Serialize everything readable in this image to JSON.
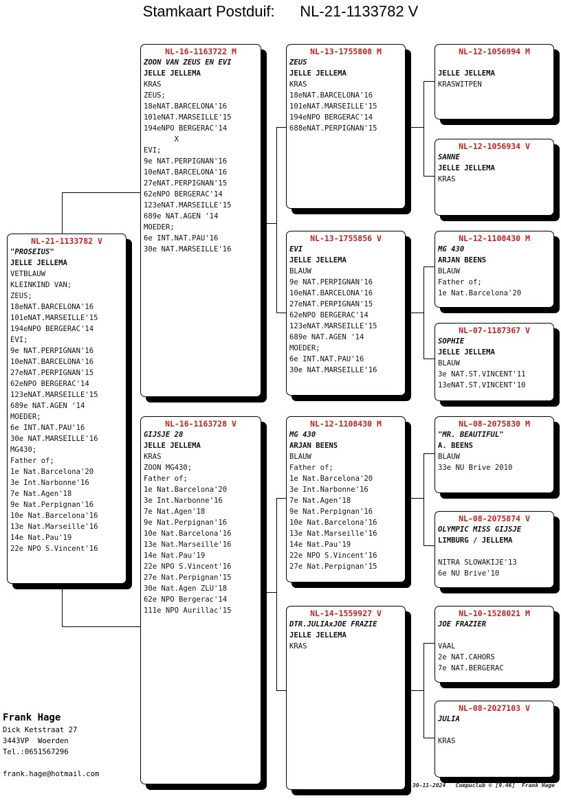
{
  "title": "Stamkaart Postduif:      NL-21-1133782 V",
  "boxes": [
    {
      "key": "subject",
      "lines": [
        [
          "id",
          "NL-21-1133782 V"
        ],
        [
          "name",
          "\"PROSEIUS\""
        ],
        [
          "owner",
          "JELLE JELLEMA"
        ],
        [
          "",
          "VETBLAUW"
        ],
        [
          "",
          "KLEINKIND VAN;"
        ],
        [
          "",
          "ZEUS;"
        ],
        [
          "",
          "18eNAT.BARCELONA'16"
        ],
        [
          "",
          "101eNAT.MARSEILLE'15"
        ],
        [
          "",
          "194eNPO BERGERAC'14"
        ],
        [
          "",
          "EVI;"
        ],
        [
          "",
          "9e NAT.PERPIGNAN'16"
        ],
        [
          "",
          "10eNAT.BARCELONA'16"
        ],
        [
          "",
          "27eNAT.PERPIGNAN'15"
        ],
        [
          "",
          "62eNPO BERGERAC'14"
        ],
        [
          "",
          "123eNAT.MARSEILLE'15"
        ],
        [
          "",
          "689e NAT.AGEN '14"
        ],
        [
          "",
          "MOEDER;"
        ],
        [
          "",
          "6e INT.NAT.PAU'16"
        ],
        [
          "",
          "30e NAT.MARSEILLE'16"
        ],
        [
          "",
          "MG430;"
        ],
        [
          "",
          "Father of;"
        ],
        [
          "",
          "1e Nat.Barcelona'20"
        ],
        [
          "",
          "3e Int.Narbonne'16"
        ],
        [
          "",
          "7e Nat.Agen'18"
        ],
        [
          "",
          "9e Nat.Perpignan'16"
        ],
        [
          "",
          "10e Nat.Barcelona'16"
        ],
        [
          "",
          "13e Nat.Marseille'16"
        ],
        [
          "",
          "14e Nat.Pau'19"
        ],
        [
          "",
          "22e NPO S.Vincent'16"
        ]
      ]
    },
    {
      "key": "father",
      "lines": [
        [
          "id",
          "NL-16-1163722 M"
        ],
        [
          "name",
          "ZOON VAN ZEUS EN EVI"
        ],
        [
          "owner",
          "JELLE JELLEMA"
        ],
        [
          "",
          "KRAS"
        ],
        [
          "",
          "ZEUS;"
        ],
        [
          "",
          "18eNAT.BARCELONA'16"
        ],
        [
          "",
          "101eNAT.MARSEILLE'15"
        ],
        [
          "",
          "194eNPO BERGERAC'14"
        ],
        [
          "",
          "       X"
        ],
        [
          "",
          "EVI;"
        ],
        [
          "",
          "9e NAT.PERPIGNAN'16"
        ],
        [
          "",
          "10eNAT.BARCELONA'16"
        ],
        [
          "",
          "27eNAT.PERPIGNAN'15"
        ],
        [
          "",
          "62eNPO BERGERAC'14"
        ],
        [
          "",
          "123eNAT.MARSEILLE'15"
        ],
        [
          "",
          "689e NAT.AGEN '14"
        ],
        [
          "",
          "MOEDER;"
        ],
        [
          "",
          "6e INT.NAT.PAU'16"
        ],
        [
          "",
          "30e NAT.MARSEILLE'16"
        ]
      ]
    },
    {
      "key": "mother",
      "lines": [
        [
          "id",
          "NL-16-1163728 V"
        ],
        [
          "name",
          "GIJSJE 28"
        ],
        [
          "owner",
          "JELLE JELLEMA"
        ],
        [
          "",
          "KRAS"
        ],
        [
          "",
          "ZOON MG430;"
        ],
        [
          "",
          "Father of;"
        ],
        [
          "",
          "1e Nat.Barcelona'20"
        ],
        [
          "",
          "3e Int.Narbonne'16"
        ],
        [
          "",
          "7e Nat.Agen'18"
        ],
        [
          "",
          "9e Nat.Perpignan'16"
        ],
        [
          "",
          "10e Nat.Barcelona'16"
        ],
        [
          "",
          "13e Nat.Marseille'16"
        ],
        [
          "",
          "14e Nat.Pau'19"
        ],
        [
          "",
          "22e NPO S.Vincent'16"
        ],
        [
          "",
          "27e Nat.Perpignan'15"
        ],
        [
          "",
          "30e Nat.Agen ZLU'18"
        ],
        [
          "",
          "62e NPO Bergerac'14"
        ],
        [
          "",
          "111e NPO Aurillac'15"
        ]
      ]
    },
    {
      "key": "ff",
      "lines": [
        [
          "id",
          "NL-13-1755808 M"
        ],
        [
          "name",
          "ZEUS"
        ],
        [
          "owner",
          "JELLE JELLEMA"
        ],
        [
          "",
          "KRAS"
        ],
        [
          "",
          "18eNAT.BARCELONA'16"
        ],
        [
          "",
          "101eNAT.MARSEILLE'15"
        ],
        [
          "",
          "194eNPO BERGERAC'14"
        ],
        [
          "",
          "688eNAT.PERPIGNAN'15"
        ]
      ]
    },
    {
      "key": "fm",
      "lines": [
        [
          "id",
          "NL-13-1755856 V"
        ],
        [
          "name",
          "EVI"
        ],
        [
          "owner",
          "JELLE JELLEMA"
        ],
        [
          "",
          "BLAUW"
        ],
        [
          "",
          "9e NAT.PERPIGNAN'16"
        ],
        [
          "",
          "10eNAT.BARCELONA'16"
        ],
        [
          "",
          "27eNAT.PERPIGNAN'15"
        ],
        [
          "",
          "62eNPO BERGERAC'14"
        ],
        [
          "",
          "123eNAT.MARSEILLE'15"
        ],
        [
          "",
          "689e NAT.AGEN '14"
        ],
        [
          "",
          "MOEDER;"
        ],
        [
          "",
          "6e INT.NAT.PAU'16"
        ],
        [
          "",
          "30e NAT.MARSEILLE'16"
        ]
      ]
    },
    {
      "key": "mf",
      "lines": [
        [
          "id",
          "NL-12-1108430 M"
        ],
        [
          "name",
          "MG 430"
        ],
        [
          "owner",
          "ARJAN BEENS"
        ],
        [
          "",
          "BLAUW"
        ],
        [
          "",
          "Father of;"
        ],
        [
          "",
          "1e Nat.Barcelona'20"
        ],
        [
          "",
          "3e Int.Narbonne'16"
        ],
        [
          "",
          "7e Nat.Agen'18"
        ],
        [
          "",
          "9e Nat.Perpignan'16"
        ],
        [
          "",
          "10e Nat.Barcelona'16"
        ],
        [
          "",
          "13e Nat.Marseille'16"
        ],
        [
          "",
          "14e Nat.Pau'19"
        ],
        [
          "",
          "22e NPO S.Vincent'16"
        ],
        [
          "",
          "27e Nat.Perpignan'15"
        ]
      ]
    },
    {
      "key": "mm",
      "lines": [
        [
          "id",
          "NL-14-1559927 V"
        ],
        [
          "name",
          "DTR.JULIAxJOE FRAZIE"
        ],
        [
          "owner",
          "JELLE JELLEMA"
        ],
        [
          "",
          "KRAS"
        ]
      ]
    },
    {
      "key": "fff",
      "lines": [
        [
          "id",
          "NL-12-1056994 M"
        ],
        [
          "",
          ""
        ],
        [
          "owner",
          "JELLE JELLEMA"
        ],
        [
          "",
          "KRASWITPEN"
        ]
      ]
    },
    {
      "key": "ffm",
      "lines": [
        [
          "id",
          "NL-12-1056934 V"
        ],
        [
          "name",
          "SANNE"
        ],
        [
          "owner",
          "JELLE JELLEMA"
        ],
        [
          "",
          "KRAS"
        ]
      ]
    },
    {
      "key": "fmf",
      "lines": [
        [
          "id",
          "NL-12-1108430 M"
        ],
        [
          "name",
          "MG 430"
        ],
        [
          "owner",
          "ARJAN BEENS"
        ],
        [
          "",
          "BLAUW"
        ],
        [
          "",
          "Father of;"
        ],
        [
          "",
          "1e Nat.Barcelona'20"
        ]
      ]
    },
    {
      "key": "fmm",
      "lines": [
        [
          "id",
          "NL-07-1187367 V"
        ],
        [
          "name",
          "SOPHIE"
        ],
        [
          "owner",
          "JELLE JELLEMA"
        ],
        [
          "",
          "BLAUW"
        ],
        [
          "",
          "3e NAT.ST.VINCENT'11"
        ],
        [
          "",
          "13eNAT.ST.VINCENT'10"
        ]
      ]
    },
    {
      "key": "mff",
      "lines": [
        [
          "id",
          "NL-08-2075830 M"
        ],
        [
          "name",
          "\"MR. BEAUTIFUL\""
        ],
        [
          "owner",
          "A. BEENS"
        ],
        [
          "",
          "BLAUW"
        ],
        [
          "",
          "33e NU Brive 2010"
        ]
      ]
    },
    {
      "key": "mfm",
      "lines": [
        [
          "id",
          "NL-08-2075874 V"
        ],
        [
          "name",
          "OLYMPIC MISS GIJSJE"
        ],
        [
          "owner",
          "LIMBURG / JELLEMA"
        ],
        [
          "",
          ""
        ],
        [
          "",
          "NITRA SLOWAKIJE'13"
        ],
        [
          "",
          "6e NU Brive'10"
        ]
      ]
    },
    {
      "key": "mmf",
      "lines": [
        [
          "id",
          "NL-10-1528021 M"
        ],
        [
          "name",
          "JOE FRAZIER"
        ],
        [
          "",
          ""
        ],
        [
          "",
          "VAAL"
        ],
        [
          "",
          "2e NAT.CAHORS"
        ],
        [
          "",
          "7e NAT.BERGERAC"
        ]
      ]
    },
    {
      "key": "mmm",
      "lines": [
        [
          "id",
          "NL-08-2027103 V"
        ],
        [
          "name",
          "JULIA"
        ],
        [
          "",
          ""
        ],
        [
          "",
          "KRAS"
        ]
      ]
    }
  ],
  "breeder": {
    "name": "Frank Hage",
    "street": "Dick Ketstraat 27",
    "city": "3443VP  Woerden",
    "phone": "Tel.:0651567296",
    "email": "frank.hage@hotmail.com"
  },
  "footer": "30-11-2024   Compuclub © [9.46]  Frank Hage"
}
